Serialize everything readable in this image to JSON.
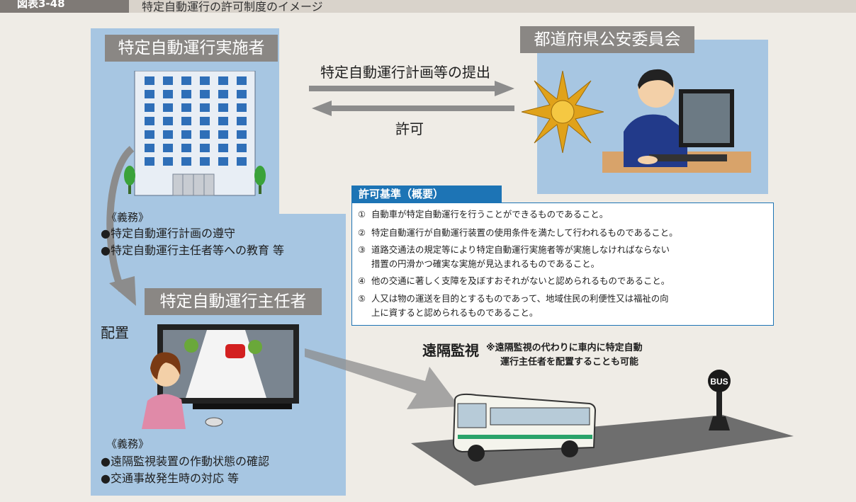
{
  "header": {
    "figure_number": "図表3-48",
    "title": "特定自動運行の許可制度のイメージ"
  },
  "operator": {
    "label": "特定自動運行実施者",
    "duties_heading": "《義務》",
    "duties": [
      "●特定自動運行計画の遵守",
      "●特定自動運行主任者等への教育 等"
    ]
  },
  "commission": {
    "label": "都道府県公安委員会"
  },
  "flows": {
    "submission": "特定自動運行計画等の提出",
    "permission": "許可",
    "assignment": "配置"
  },
  "supervisor": {
    "label": "特定自動運行主任者",
    "duties_heading": "《義務》",
    "duties": [
      "●遠隔監視装置の作動状態の確認",
      "●交通事故発生時の対応 等"
    ]
  },
  "criteria": {
    "title": "許可基準（概要）",
    "items": [
      {
        "num": "①",
        "text": "自動車が特定自動運行を行うことができるものであること。"
      },
      {
        "num": "②",
        "text": "特定自動運行が自動運行装置の使用条件を満たして行われるものであること。"
      },
      {
        "num": "③",
        "text": "道路交通法の規定等により特定自動運行実施者等が実施しなければならない",
        "continuation": "措置の円滑かつ確実な実施が見込まれるものであること。"
      },
      {
        "num": "④",
        "text": "他の交通に著しく支障を及ぼすおそれがないと認められるものであること。"
      },
      {
        "num": "⑤",
        "text": "人又は物の運送を目的とするものであって、地域住民の利便性又は福祉の向",
        "continuation": "上に資すると認められるものであること。"
      }
    ]
  },
  "remote": {
    "label": "遠隔監視",
    "note_line1": "※遠隔監視の代わりに車内に特定自動",
    "note_line2": "運行主任者を配置することも可能"
  },
  "bus_stop": {
    "sign": "BUS"
  },
  "colors": {
    "panel_blue": "#a7c6e2",
    "label_gray": "#8a8784",
    "criteria_blue": "#1d74b5",
    "arrow_gray": "#8c8c8c",
    "background": "#efece6"
  }
}
